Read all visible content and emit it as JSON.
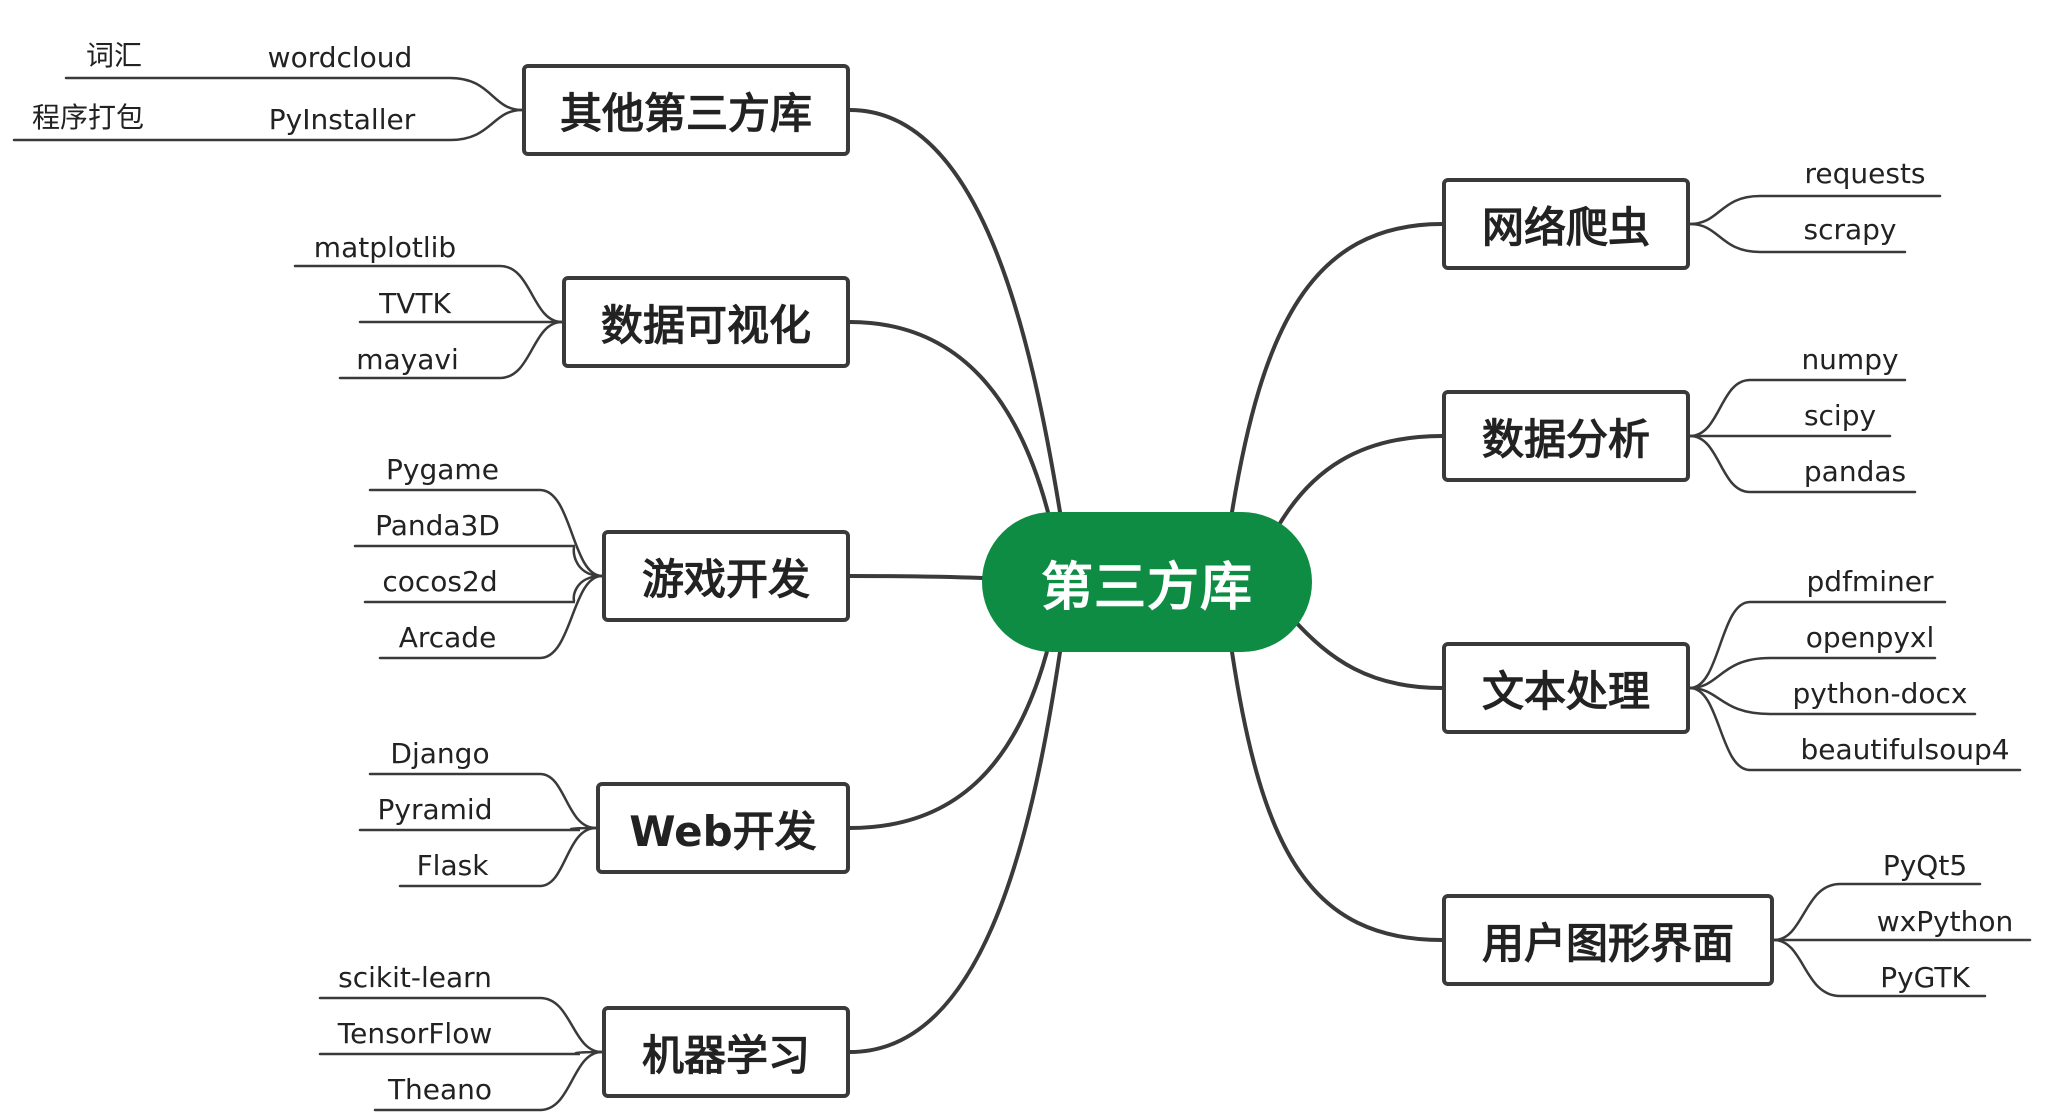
{
  "center": {
    "label": "第三方库",
    "color": "#0f8c44"
  },
  "branches": {
    "other": {
      "label": "其他第三方库",
      "items": [
        {
          "name": "wordcloud",
          "note": "词汇"
        },
        {
          "name": "PyInstaller",
          "note": "程序打包"
        }
      ]
    },
    "viz": {
      "label": "数据可视化",
      "items": [
        {
          "name": "matplotlib"
        },
        {
          "name": "TVTK"
        },
        {
          "name": "mayavi"
        }
      ]
    },
    "game": {
      "label": "游戏开发",
      "items": [
        {
          "name": "Pygame"
        },
        {
          "name": "Panda3D"
        },
        {
          "name": "cocos2d"
        },
        {
          "name": "Arcade"
        }
      ]
    },
    "web": {
      "label": "Web开发",
      "items": [
        {
          "name": "Django"
        },
        {
          "name": "Pyramid"
        },
        {
          "name": "Flask"
        }
      ]
    },
    "ml": {
      "label": "机器学习",
      "items": [
        {
          "name": "scikit-learn"
        },
        {
          "name": "TensorFlow"
        },
        {
          "name": "Theano"
        }
      ]
    },
    "crawl": {
      "label": "网络爬虫",
      "items": [
        {
          "name": "requests"
        },
        {
          "name": "scrapy"
        }
      ]
    },
    "data": {
      "label": "数据分析",
      "items": [
        {
          "name": "numpy"
        },
        {
          "name": "scipy"
        },
        {
          "name": "pandas"
        }
      ]
    },
    "text": {
      "label": "文本处理",
      "items": [
        {
          "name": "pdfminer"
        },
        {
          "name": "openpyxl"
        },
        {
          "name": "python-docx"
        },
        {
          "name": "beautifulsoup4"
        }
      ]
    },
    "gui": {
      "label": "用户图形界面",
      "items": [
        {
          "name": "PyQt5"
        },
        {
          "name": "wxPython"
        },
        {
          "name": "PyGTK"
        }
      ]
    }
  }
}
